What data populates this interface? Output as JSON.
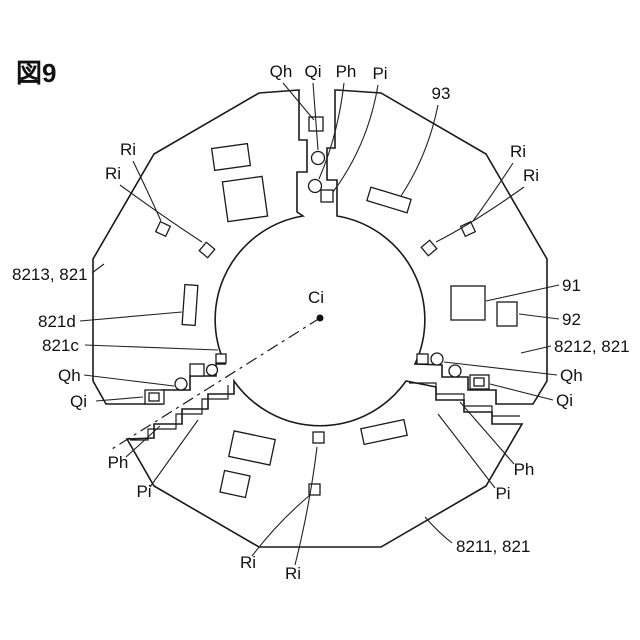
{
  "figure_label": "図9",
  "center": {
    "label": "Ci"
  },
  "labels": {
    "top_qh": "Qh",
    "top_qi": "Qi",
    "top_ph": "Ph",
    "top_pi": "Pi",
    "ref_93": "93",
    "left_ri_1": "Ri",
    "left_ri_2": "Ri",
    "right_ri_1": "Ri",
    "right_ri_2": "Ri",
    "ref_8213": "8213, 821",
    "ref_821d": "821d",
    "ref_821c": "821c",
    "left_qh": "Qh",
    "left_qi": "Qi",
    "ref_91": "91",
    "ref_92": "92",
    "ref_8212": "8212, 821",
    "right_qh": "Qh",
    "right_qi": "Qi",
    "bl_ph": "Ph",
    "bl_pi": "Pi",
    "br_ph": "Ph",
    "br_pi": "Pi",
    "bottom_ri_1": "Ri",
    "bottom_ri_2": "Ri",
    "ref_8211": "8211, 821"
  },
  "colors": {
    "line": "#1a1a1a",
    "background": "#ffffff",
    "text": "#111111"
  }
}
